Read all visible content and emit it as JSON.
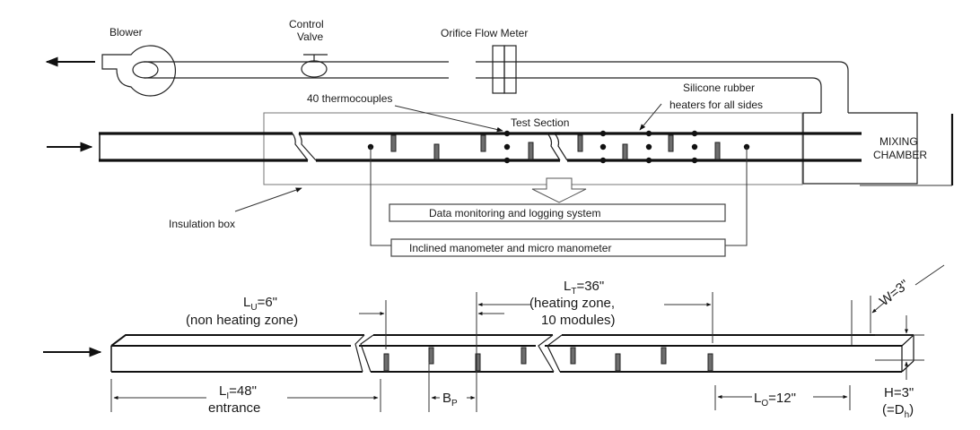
{
  "figure": {
    "top_schematic": {
      "blower_label": "Blower",
      "control_valve_label_line1": "Control",
      "control_valve_label_line2": "Valve",
      "orifice_label": "Orifice Flow Meter",
      "thermocouples_label": "40 thermocouples",
      "test_section_label": "Test Section",
      "heaters_label_line1": "Silicone rubber",
      "heaters_label_line2": "heaters for all sides",
      "mixing_chamber_line1": "MIXING",
      "mixing_chamber_line2": "CHAMBER",
      "insulation_label": "Insulation box",
      "data_system_label": "Data monitoring and logging system",
      "manometer_label": "Inclined manometer and micro manometer"
    },
    "bottom_dimensions": {
      "lu_main": "L",
      "lu_sub": "U",
      "lu_value": "=6\"",
      "lu_desc": "(non heating zone)",
      "lt_main": "L",
      "lt_sub": "T",
      "lt_value": "=36\"",
      "lt_desc_line1": "(heating zone,",
      "lt_desc_line2": "10 modules)",
      "li_main": "L",
      "li_sub": "I",
      "li_value": "=48\"",
      "li_desc": "entrance",
      "bp_main": "B",
      "bp_sub": "P",
      "lo_main": "L",
      "lo_sub": "O",
      "lo_value": "=12\"",
      "w_label": "W=3\"",
      "h_label": "H=3\"",
      "dh_open": "(=D",
      "dh_sub": "h",
      "dh_close": ")"
    }
  }
}
